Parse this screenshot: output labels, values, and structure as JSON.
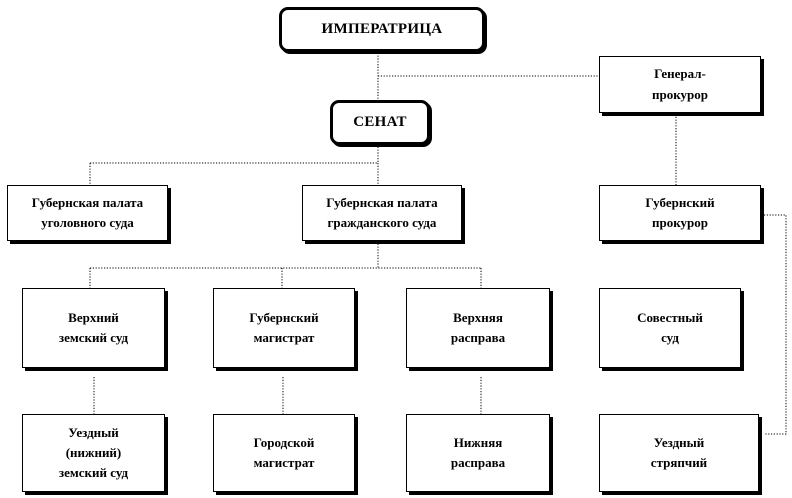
{
  "nodes": {
    "empress": "ИМПЕРАТРИЦА",
    "senate": "СЕНАТ",
    "prosecutor_general": "Генерал-\nпрокурор",
    "criminal_chamber": "Губернская палата\nуголовного суда",
    "civil_chamber": "Губернская палата\nгражданского суда",
    "provincial_prosecutor": "Губернский\nпрокурор",
    "upper_zemsky_court": "Верхний\nземский суд",
    "provincial_magistrate": "Губернский\nмагистрат",
    "upper_rasprava": "Верхняя\nрасправа",
    "conscience_court": "Совестный\nсуд",
    "district_court": "Уездный\n(нижний)\nземский суд",
    "city_magistrate": "Городской\nмагистрат",
    "lower_rasprava": "Нижняя\nрасправа",
    "district_striapchiy": "Уездный\nстряпчий"
  }
}
